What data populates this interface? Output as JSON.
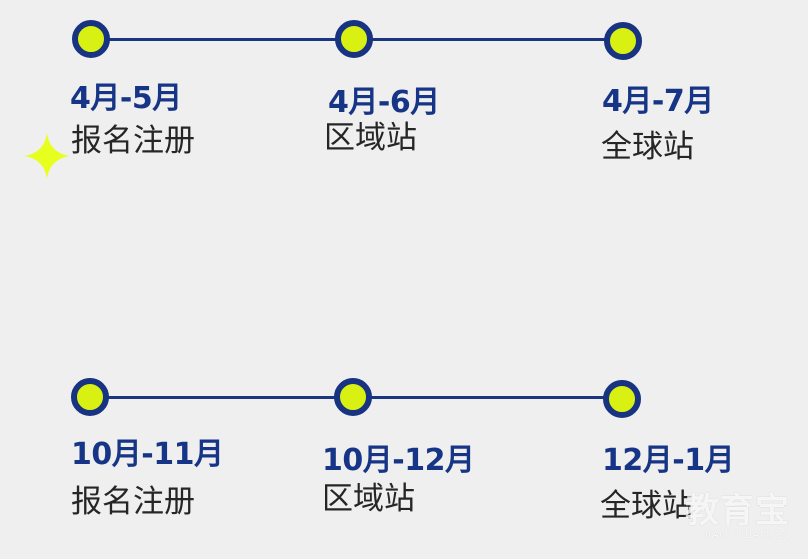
{
  "timeline": {
    "rows": [
      {
        "items": [
          {
            "date": "4月-5月",
            "label": "报名注册"
          },
          {
            "date": "4月-6月",
            "label": "区域站"
          },
          {
            "date": "4月-7月",
            "label": "全球站"
          }
        ]
      },
      {
        "items": [
          {
            "date": "10月-11月",
            "label": "报名注册"
          },
          {
            "date": "10月-12月",
            "label": "区域站"
          },
          {
            "date": "12月-1月",
            "label": "全球站"
          }
        ]
      }
    ]
  },
  "decorations": {
    "sparkle": "sparkle-icon"
  },
  "watermark": {
    "title": "教育宝",
    "subtitle": "JIAOYUBAO.CN"
  }
}
